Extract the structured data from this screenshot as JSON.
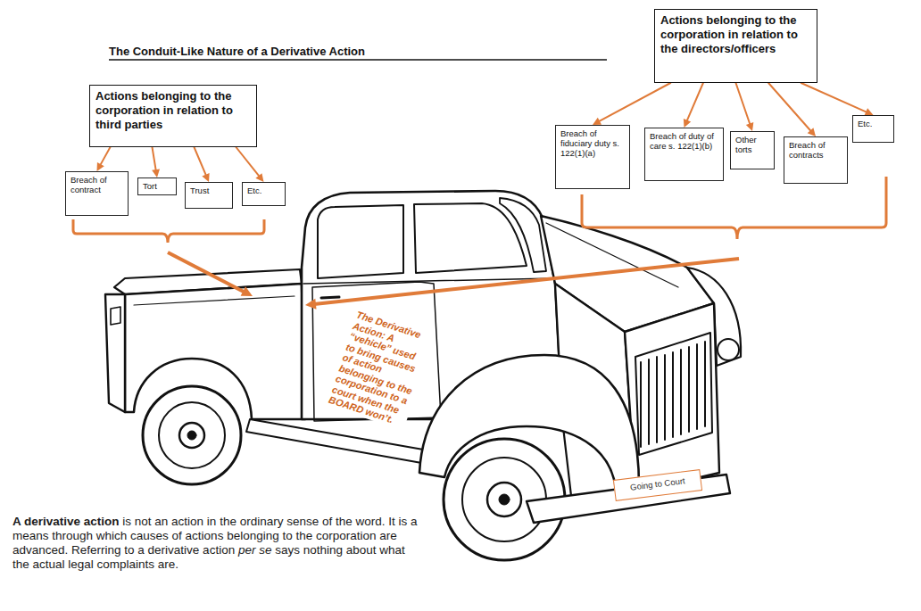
{
  "diagram": {
    "title": "The Conduit-Like Nature of a Derivative Action",
    "nodes": [
      {
        "text": [
          "Actions belonging to the corporation in relation to third parties"
        ]
      },
      {
        "text": [
          "Breach of contract"
        ]
      },
      {
        "text": [
          "Tort"
        ]
      },
      {
        "text": [
          "Trust"
        ]
      },
      {
        "text": [
          "Etc."
        ]
      },
      {
        "text": [
          "Actions belonging to the corporation in relation to the directors/officers"
        ]
      },
      {
        "text": [
          "Breach of fiduciary duty s. 122(1)(a)"
        ]
      },
      {
        "text": [
          "Breach of duty of care s. 122(1)(b)"
        ]
      },
      {
        "text": [
          "Other torts"
        ]
      },
      {
        "text": [
          "Breach of contracts"
        ]
      },
      {
        "text": [
          "Etc."
        ]
      },
      {
        "text": [
          "Going to Court"
        ]
      }
    ],
    "edges": [
      {
        "from": 0,
        "to": 1,
        "arrow": "to"
      },
      {
        "from": 0,
        "to": 2,
        "arrow": "to"
      },
      {
        "from": 0,
        "to": 3,
        "arrow": "to"
      },
      {
        "from": 0,
        "to": 4,
        "arrow": "to"
      },
      {
        "from": 5,
        "to": 6,
        "arrow": "to"
      },
      {
        "from": 5,
        "to": 7,
        "arrow": "to"
      },
      {
        "from": 5,
        "to": 8,
        "arrow": "to"
      },
      {
        "from": 5,
        "to": 9,
        "arrow": "to"
      },
      {
        "from": 5,
        "to": 10,
        "arrow": "to"
      }
    ],
    "labels": [
      "The Derivative Action: A “vehicle” used to bring causes of action belonging to the corporation to a court when the BOARD won’t.",
      "A derivative action",
      "is not an action in the ordinary sense of the word. It is a means through which causes of actions belonging to the corporation are advanced. Referring to a derivative action",
      "per se",
      "says nothing about what the actual legal complaints are."
    ]
  }
}
